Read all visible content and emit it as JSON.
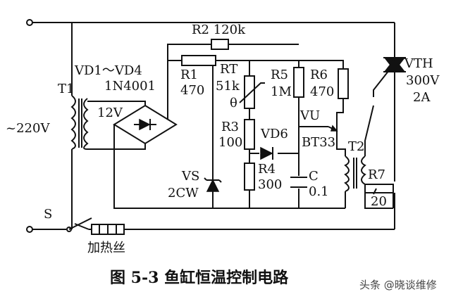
{
  "figure": {
    "caption": "图 5-3    鱼缸恒温控制电路",
    "watermark": "头条 @晓谈维修",
    "source_label": "~220V",
    "switch_label": "S",
    "heater_label": "加热丝"
  },
  "components": {
    "t1": "T1",
    "t1_secondary": "12V",
    "bridge": "VD1～VD4",
    "bridge_part": "1N4001",
    "r1": "R1",
    "r1_value": "470",
    "r2": "R2  120k",
    "rt": "RT",
    "rt_value": "51k",
    "rt_theta": "θ",
    "r3": "R3",
    "r3_value": "100",
    "vs": "VS",
    "vs_part": "2CW",
    "vd6": "VD6",
    "r4": "R4",
    "r4_value": "300",
    "r5": "R5",
    "r5_value": "1M",
    "r6": "R6",
    "r6_value": "470",
    "vu": "VU",
    "vu_part": "BT33",
    "c": "C",
    "c_value": "0.1",
    "t2": "T2",
    "r7": "R7",
    "r7_value": "20",
    "vth": "VTH",
    "vth_voltage": "300V",
    "vth_current": "2A"
  },
  "colors": {
    "ink": "#111111",
    "background": "#ffffff"
  }
}
